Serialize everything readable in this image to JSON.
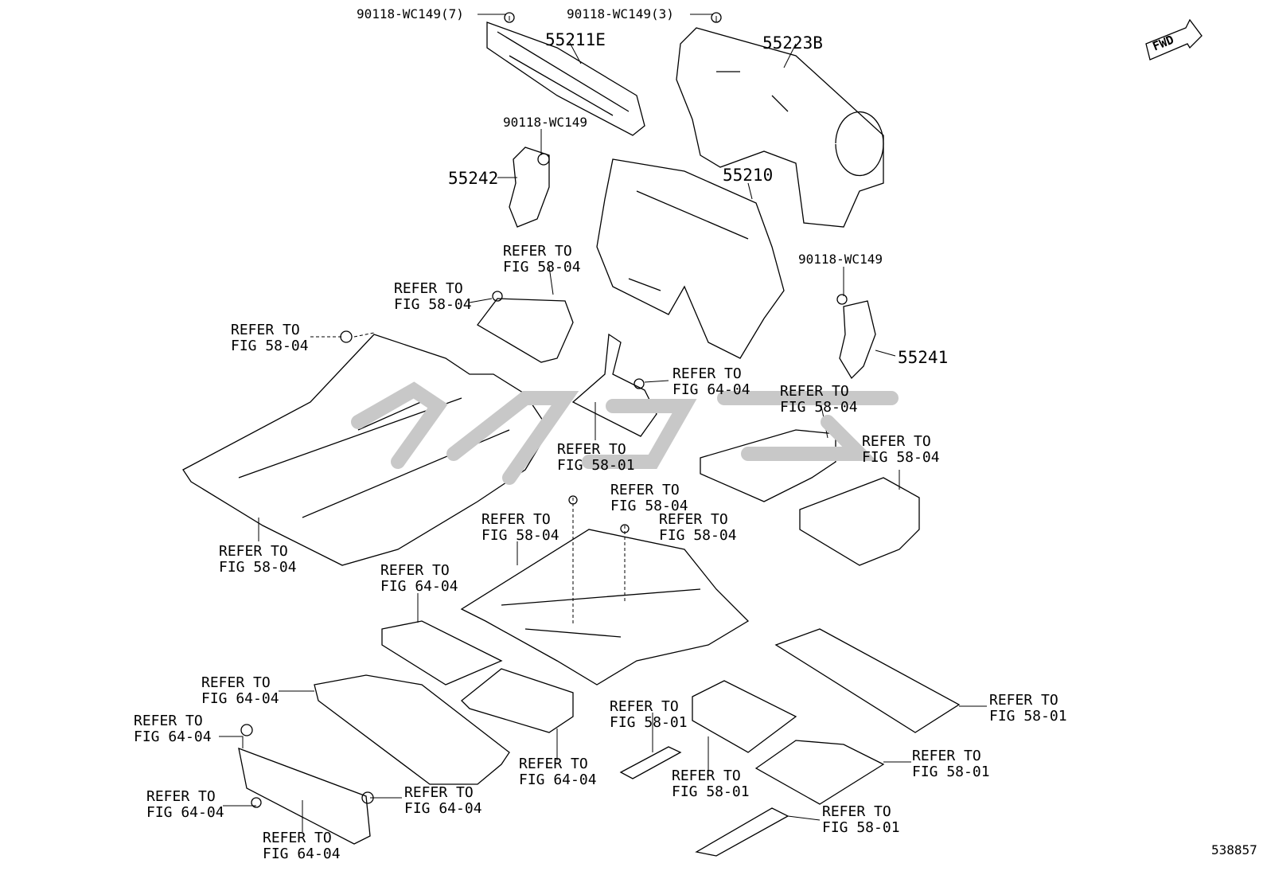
{
  "diagram_id": "538857",
  "fwd_label": "FWD",
  "watermark_color": "#c8c8c8",
  "line_color": "#000000",
  "part_numbers": {
    "p55211e": "55211E",
    "p55223b": "55223B",
    "p55242": "55242",
    "p55210": "55210",
    "p55241": "55241"
  },
  "fasteners": {
    "f7": "90118-WC149(7)",
    "f3": "90118-WC149(3)",
    "f_mid": "90118-WC149",
    "f_right": "90118-WC149"
  },
  "refer_to": "REFER TO",
  "fig": {
    "f58_04": "FIG 58-04",
    "f58_01": "FIG 58-01",
    "f64_04": "FIG 64-04"
  }
}
